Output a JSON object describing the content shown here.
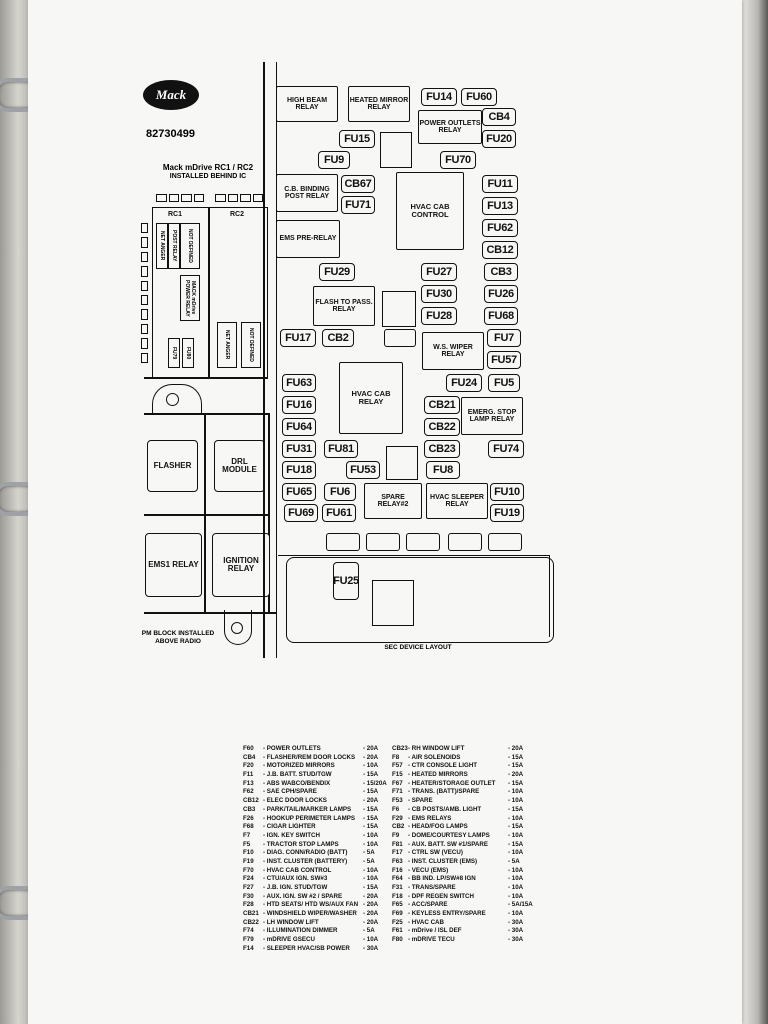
{
  "document": {
    "logo_text": "Mack",
    "part_number": "82730499",
    "title_line1": "Mack mDrive RC1 / RC2",
    "title_line2": "INSTALLED BEHIND IC",
    "rc1_label": "RC1",
    "rc2_label": "RC2",
    "pm_caption_line1": "PM BLOCK INSTALLED",
    "pm_caption_line2": "ABOVE RADIO",
    "sec_caption": "SEC DEVICE LAYOUT"
  },
  "pm_block": {
    "flasher": "FLASHER",
    "drl_module": "DRL MODULE",
    "ems1_relay": "EMS1 RELAY",
    "ignition_relay": "IGNITION RELAY",
    "rc_relays": [
      "NET ANGER",
      "POST RELAY",
      "NOT DEFINED",
      "MACK mDrive POWER RELAY",
      "FU79",
      "FU80",
      "NET ANGER",
      "NOT DEFINED"
    ]
  },
  "sec": {
    "relays": {
      "high_beam": "HIGH BEAM RELAY",
      "heated_mirror": "HEATED MIRROR RELAY",
      "power_outlets": "POWER OUTLETS RELAY",
      "cb_binding": "C.B. BINDING POST RELAY",
      "hvac_cab_control": "HVAC CAB CONTROL",
      "ems_pre": "EMS PRE-RELAY",
      "flash_to_pass": "FLASH TO PASS. RELAY",
      "ws_wiper": "W.S. WIPER RELAY",
      "hvac_cab": "HVAC CAB RELAY",
      "emerg_stop": "EMERG. STOP LAMP RELAY",
      "spare": "SPARE RELAY#2",
      "hvac_sleeper": "HVAC SLEEPER RELAY"
    },
    "fuses": {
      "FU14": "FU14",
      "FU60": "FU60",
      "CB4": "CB4",
      "FU15": "FU15",
      "FU20": "FU20",
      "FU9": "FU9",
      "FU70": "FU70",
      "CB67": "CB67",
      "FU11": "FU11",
      "FU71": "FU71",
      "FU13": "FU13",
      "FU62": "FU62",
      "CB12": "CB12",
      "FU29": "FU29",
      "FU27": "FU27",
      "CB3": "CB3",
      "FU30": "FU30",
      "FU26": "FU26",
      "FU28": "FU28",
      "FU68": "FU68",
      "FU17": "FU17",
      "CB2": "CB2",
      "FU7": "FU7",
      "FU57": "FU57",
      "FU63": "FU63",
      "FU24": "FU24",
      "FU5": "FU5",
      "FU16": "FU16",
      "CB21": "CB21",
      "CB22": "CB22",
      "FU64": "FU64",
      "FU31": "FU31",
      "FU81": "FU81",
      "CB23": "CB23",
      "FU74": "FU74",
      "FU18": "FU18",
      "FU53": "FU53",
      "FU8": "FU8",
      "FU65": "FU65",
      "FU6": "FU6",
      "FU10": "FU10",
      "FU69": "FU69",
      "FU61": "FU61",
      "FU19": "FU19",
      "FU25": "FU25"
    }
  },
  "legend_rows": [
    [
      "F60",
      "- POWER OUTLETS",
      "- 20A",
      "CB23",
      "- RH WINDOW LIFT",
      "- 20A"
    ],
    [
      "CB4",
      "- FLASHER/REM DOOR LOCKS",
      "- 20A",
      "F8",
      "- AIR SOLENOIDS",
      "- 15A"
    ],
    [
      "F20",
      "- MOTORIZED MIRRORS",
      "- 10A",
      "F57",
      "- CTR CONSOLE LIGHT",
      "- 15A"
    ],
    [
      "F11",
      "- J.B. BATT. STUD/TGW",
      "- 15A",
      "F15",
      "- HEATED MIRRORS",
      "- 20A"
    ],
    [
      "F13",
      "- ABS WABCO/BENDIX",
      "- 15/20A",
      "F67",
      "- HEATER/STORAGE OUTLET",
      "- 15A"
    ],
    [
      "F62",
      "- SAE CPH/SPARE",
      "- 15A",
      "F71",
      "- TRANS. (BATT)/SPARE",
      "- 10A"
    ],
    [
      "CB12",
      "- ELEC DOOR LOCKS",
      "- 20A",
      "F53",
      "- SPARE",
      "- 10A"
    ],
    [
      "CB3",
      "- PARK/TAIL/MARKER LAMPS",
      "- 15A",
      "F6",
      "- CB POSTS/AMB. LIGHT",
      "- 15A"
    ],
    [
      "F26",
      "- HOOKUP PERIMETER LAMPS",
      "- 15A",
      "F29",
      "- EMS RELAYS",
      "- 10A"
    ],
    [
      "F68",
      "- CIGAR LIGHTER",
      "- 15A",
      "CB2",
      "- HEAD/FOG LAMPS",
      "- 15A"
    ],
    [
      "F7",
      "- IGN. KEY SWITCH",
      "- 10A",
      "F9",
      "- DOME/COURTESY LAMPS",
      "- 10A"
    ],
    [
      "F5",
      "- TRACTOR STOP LAMPS",
      "- 10A",
      "F81",
      "- AUX. BATT. SW #1/SPARE",
      "- 15A"
    ],
    [
      "F10",
      "- DIAG. CONN/RADIO (BATT)",
      "- 5A",
      "F17",
      "- CTRL SW (VECU)",
      "- 10A"
    ],
    [
      "F19",
      "- INST. CLUSTER (BATTERY)",
      "- 5A",
      "F63",
      "- INST. CLUSTER (EMS)",
      "- 5A"
    ],
    [
      "F70",
      "- HVAC CAB CONTROL",
      "- 10A",
      "F16",
      "- VECU (EMS)",
      "- 10A"
    ],
    [
      "F24",
      "- CTU/AUX IGN. SW#3",
      "- 10A",
      "F64",
      "- BB IND. LP/SW#8 IGN",
      "- 10A"
    ],
    [
      "F27",
      "- J.B. IGN. STUD/TGW",
      "- 15A",
      "F31",
      "- TRANS/SPARE",
      "- 10A"
    ],
    [
      "F30",
      "- AUX. IGN. SW #2 / SPARE",
      "- 20A",
      "F18",
      "- DPF REGEN SWITCH",
      "- 10A"
    ],
    [
      "F28",
      "- HTD SEATS/ HTD WS/AUX FAN",
      "- 20A",
      "F65",
      "- ACC/SPARE",
      "- 5A/15A"
    ],
    [
      "CB21",
      "- WINDSHIELD WIPER/WASHER",
      "- 20A",
      "F69",
      "- KEYLESS ENTRY/SPARE",
      "- 10A"
    ],
    [
      "CB22",
      "- LH WINDOW LIFT",
      "- 20A",
      "F25",
      "- HVAC CAB",
      "- 30A"
    ],
    [
      "F74",
      "- ILLUMINATION DIMMER",
      "- 5A",
      "F61",
      "- mDrive / ISL DEF",
      "- 30A"
    ],
    [
      "F79",
      "- mDRIVE GSECU",
      "- 10A",
      "F80",
      "- mDRIVE TECU",
      "- 30A"
    ],
    [
      "F14",
      "- SLEEPER HVAC/SB POWER",
      "- 30A",
      "",
      "",
      ""
    ]
  ]
}
